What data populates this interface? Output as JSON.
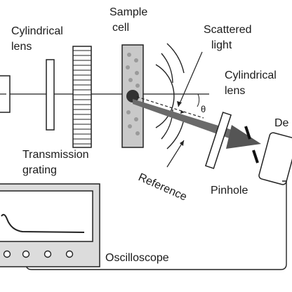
{
  "labels": {
    "cylindrical_lens_left": [
      "Cylindrical",
      "lens"
    ],
    "sample_cell": [
      "Sample",
      "cell"
    ],
    "scattered_light": [
      "Scattered",
      "light"
    ],
    "cylindrical_lens_right": [
      "Cylindrical",
      "lens"
    ],
    "theta": "θ",
    "transmission_grating": [
      "Transmission",
      "grating"
    ],
    "reference": "Reference",
    "pinhole": "Pinhole",
    "detector": "De",
    "oscilloscope": "Oscilloscope"
  },
  "colors": {
    "line": "#222222",
    "beam_arrow": "#555555",
    "sample_cell": "#c9c9c9",
    "particle": "#9a9a9a",
    "scatter_center": "#333333",
    "screen": "#ffffff",
    "scope_body": "#dcdcdc"
  }
}
